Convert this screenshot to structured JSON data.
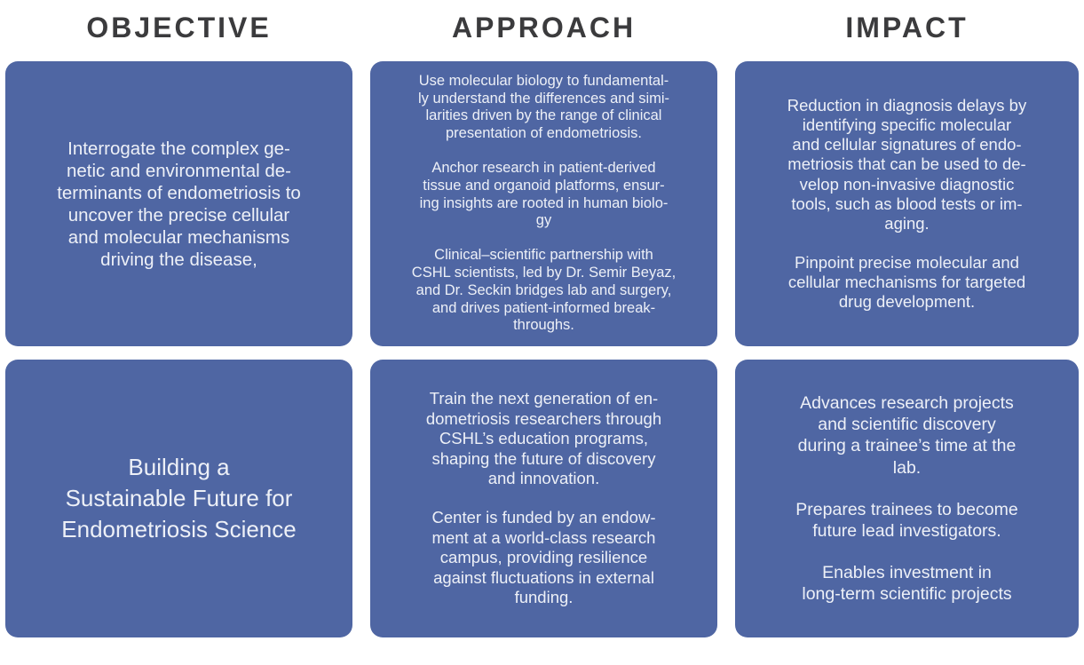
{
  "colors": {
    "card_background": "#4f66a3",
    "card_text": "#edf0f7",
    "header_text": "#3b3b3d",
    "page_background": "#ffffff"
  },
  "table": {
    "columns": [
      "OBJECTIVE",
      "APPROACH",
      "IMPACT"
    ],
    "rows": [
      {
        "objective": {
          "paragraphs": [
            "Interrogate the complex ge-\nnetic and environmental de-\nterminants of endometriosis to\nuncover the precise cellular\nand molecular mechanisms\ndriving the disease,"
          ]
        },
        "approach": {
          "paragraphs": [
            "Use molecular biology to fundamental-\nly understand the differences and simi-\nlarities driven by the range of clinical\npresentation of endometriosis.",
            "Anchor research in patient-derived\ntissue and organoid platforms, ensur-\ning insights are rooted in human biolo-\ngy",
            "Clinical–scientific partnership with\nCSHL scientists, led by Dr. Semir Beyaz,\nand Dr. Seckin bridges lab and surgery,\nand drives patient-informed break-\nthroughs."
          ]
        },
        "impact": {
          "paragraphs": [
            "Reduction in diagnosis delays by\nidentifying specific molecular\nand cellular signatures of endo-\nmetriosis that can be used to de-\nvelop non-invasive diagnostic\ntools, such as blood tests or im-\naging.",
            "Pinpoint precise molecular and\ncellular mechanisms for targeted\ndrug development."
          ]
        }
      },
      {
        "objective": {
          "paragraphs": [
            "Building a\nSustainable Future for\nEndometriosis Science"
          ]
        },
        "approach": {
          "paragraphs": [
            "Train the next generation of en-\ndometriosis researchers through\nCSHL’s education programs,\nshaping the future of discovery\nand innovation.",
            "Center is funded by an endow-\nment at a world-class research\ncampus, providing resilience\nagainst fluctuations in external\nfunding."
          ]
        },
        "impact": {
          "paragraphs": [
            "Advances research projects\nand scientific discovery\nduring a trainee’s time at the\nlab.",
            "Prepares trainees to become\nfuture lead investigators.",
            "Enables investment in\nlong-term scientific projects"
          ]
        }
      }
    ]
  }
}
